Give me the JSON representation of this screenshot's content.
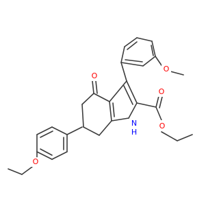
{
  "molecule": {
    "colors": {
      "bond": "#3c3c3c",
      "oxygen": "#ff0000",
      "nitrogen": "#0000ff",
      "background": "#ffffff"
    },
    "atom_labels": {
      "methoxy_o": "O",
      "ketone_o": "O",
      "carbonyl_o": "O",
      "ester_o": "O",
      "ethoxy_o": "O",
      "nh": "N",
      "nh_h": "H"
    }
  }
}
